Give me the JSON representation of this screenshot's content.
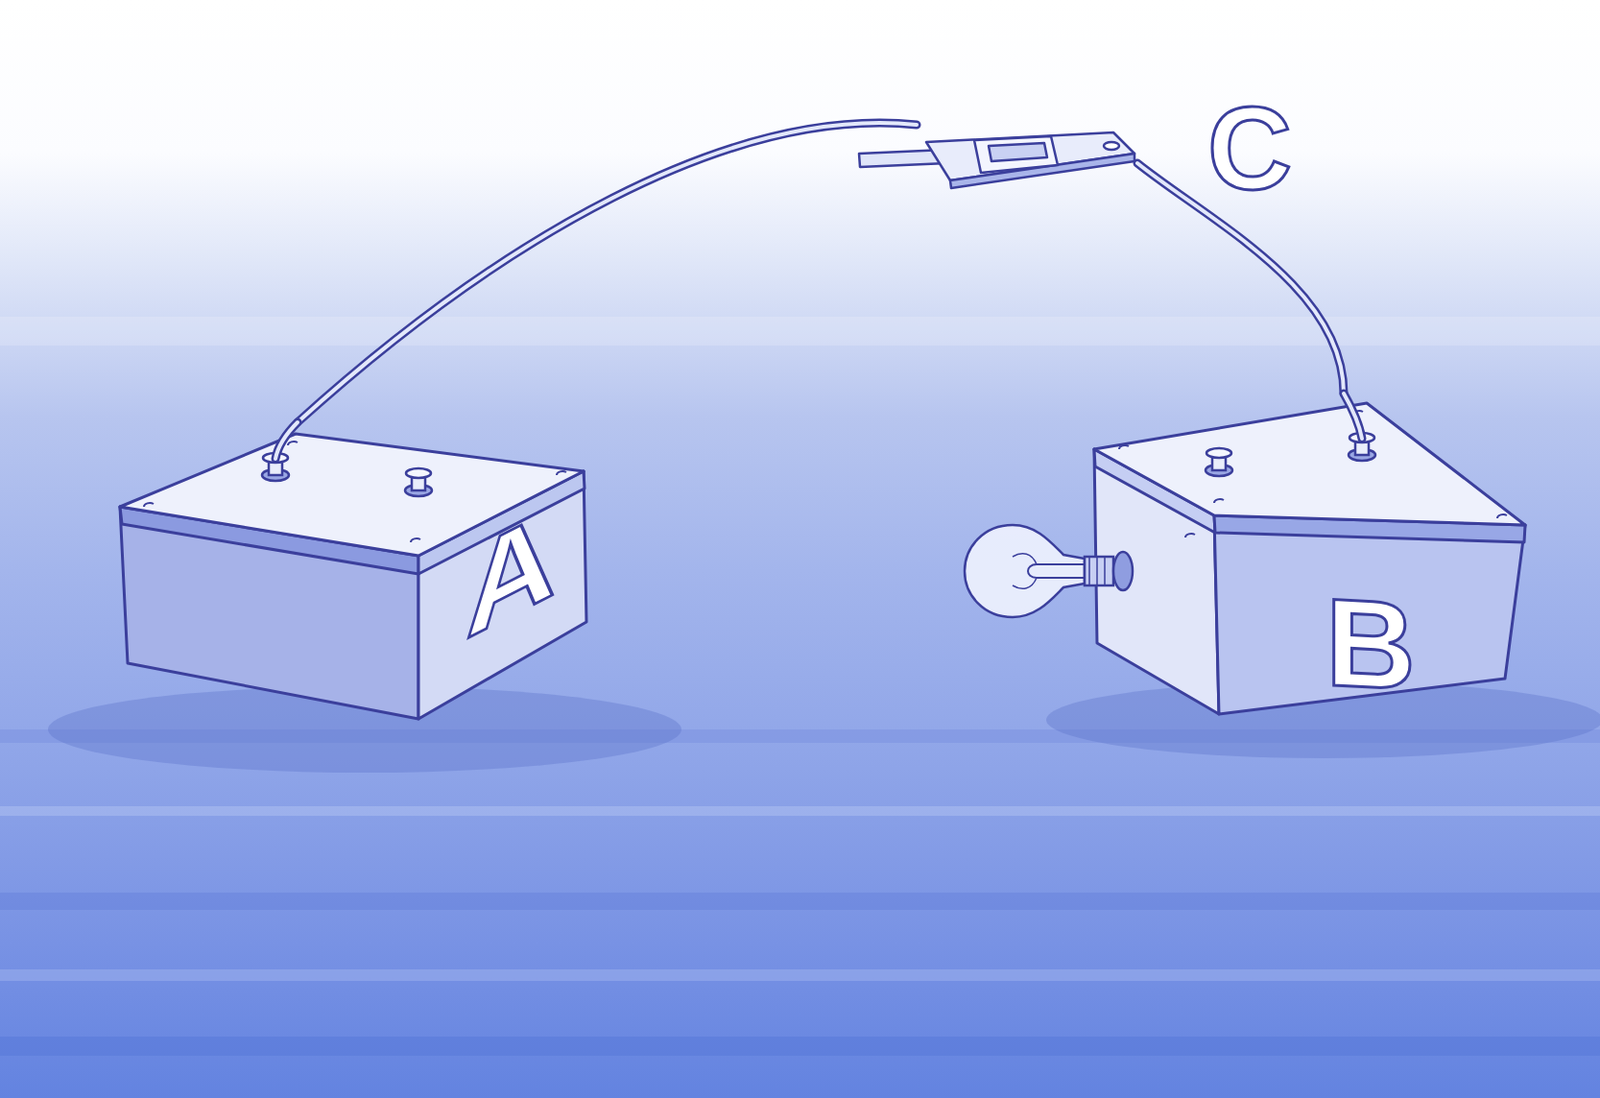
{
  "diagram": {
    "nodes": [
      {
        "text": [
          "A"
        ]
      },
      {
        "text": [
          "C"
        ]
      },
      {
        "text": [
          "B"
        ]
      }
    ],
    "edges": [
      {
        "from": 0,
        "to": 1,
        "arrow": "none"
      },
      {
        "from": 1,
        "to": 2,
        "arrow": "none"
      }
    ]
  }
}
